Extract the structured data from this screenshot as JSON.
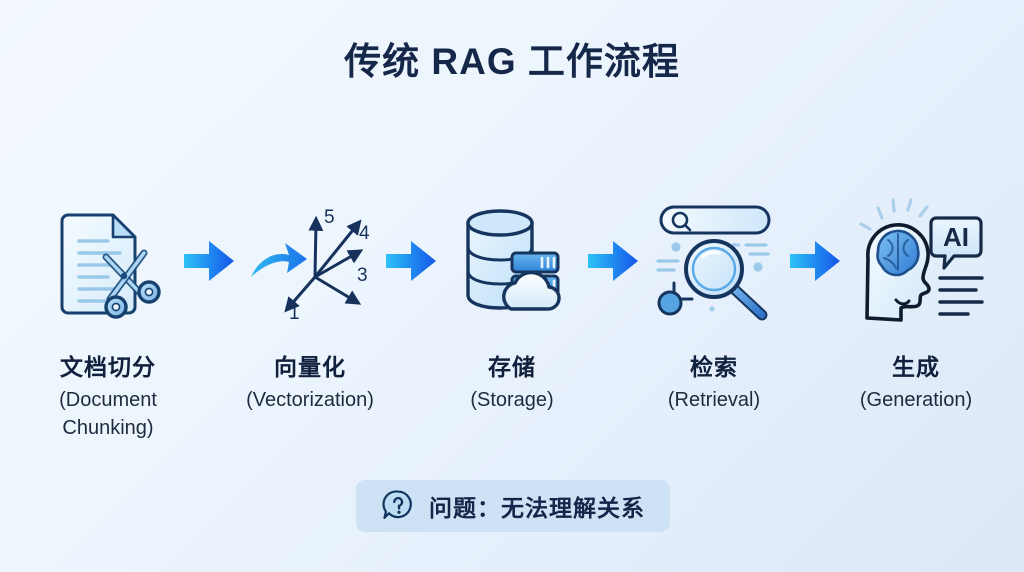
{
  "page": {
    "title": "传统 RAG 工作流程",
    "background_start": "#f3f9fe",
    "background_end": "#dce8f7",
    "title_color": "#16284a",
    "accent_color": "#1a6ef5",
    "icon_outline_color": "#163a63"
  },
  "pipeline": {
    "steps": [
      {
        "id": "document-chunking",
        "icon": "document-scissors-icon",
        "label_zh": "文档切分",
        "label_en": "(Document Chunking)"
      },
      {
        "id": "vectorization",
        "icon": "vector-arrows-icon",
        "label_zh": "向量化",
        "label_en": "(Vectorization)",
        "vector_numbers": [
          "1",
          "3",
          "4",
          "5"
        ]
      },
      {
        "id": "storage",
        "icon": "database-cloud-icon",
        "label_zh": "存储",
        "label_en": "(Storage)"
      },
      {
        "id": "retrieval",
        "icon": "magnifier-search-icon",
        "label_zh": "检索",
        "label_en": "(Retrieval)"
      },
      {
        "id": "generation",
        "icon": "brain-head-ai-icon",
        "label_zh": "生成",
        "label_en": "(Generation)",
        "bubble_text": "AI"
      }
    ],
    "connectors": [
      {
        "icon": "arrow-right-icon"
      },
      {
        "icon": "arrow-right-icon"
      },
      {
        "icon": "arrow-right-icon"
      },
      {
        "icon": "arrow-right-icon"
      }
    ]
  },
  "banner": {
    "icon": "question-bubble-icon",
    "text": "问题：无法理解关系",
    "background": "#cde2f4",
    "text_color": "#13264a"
  }
}
